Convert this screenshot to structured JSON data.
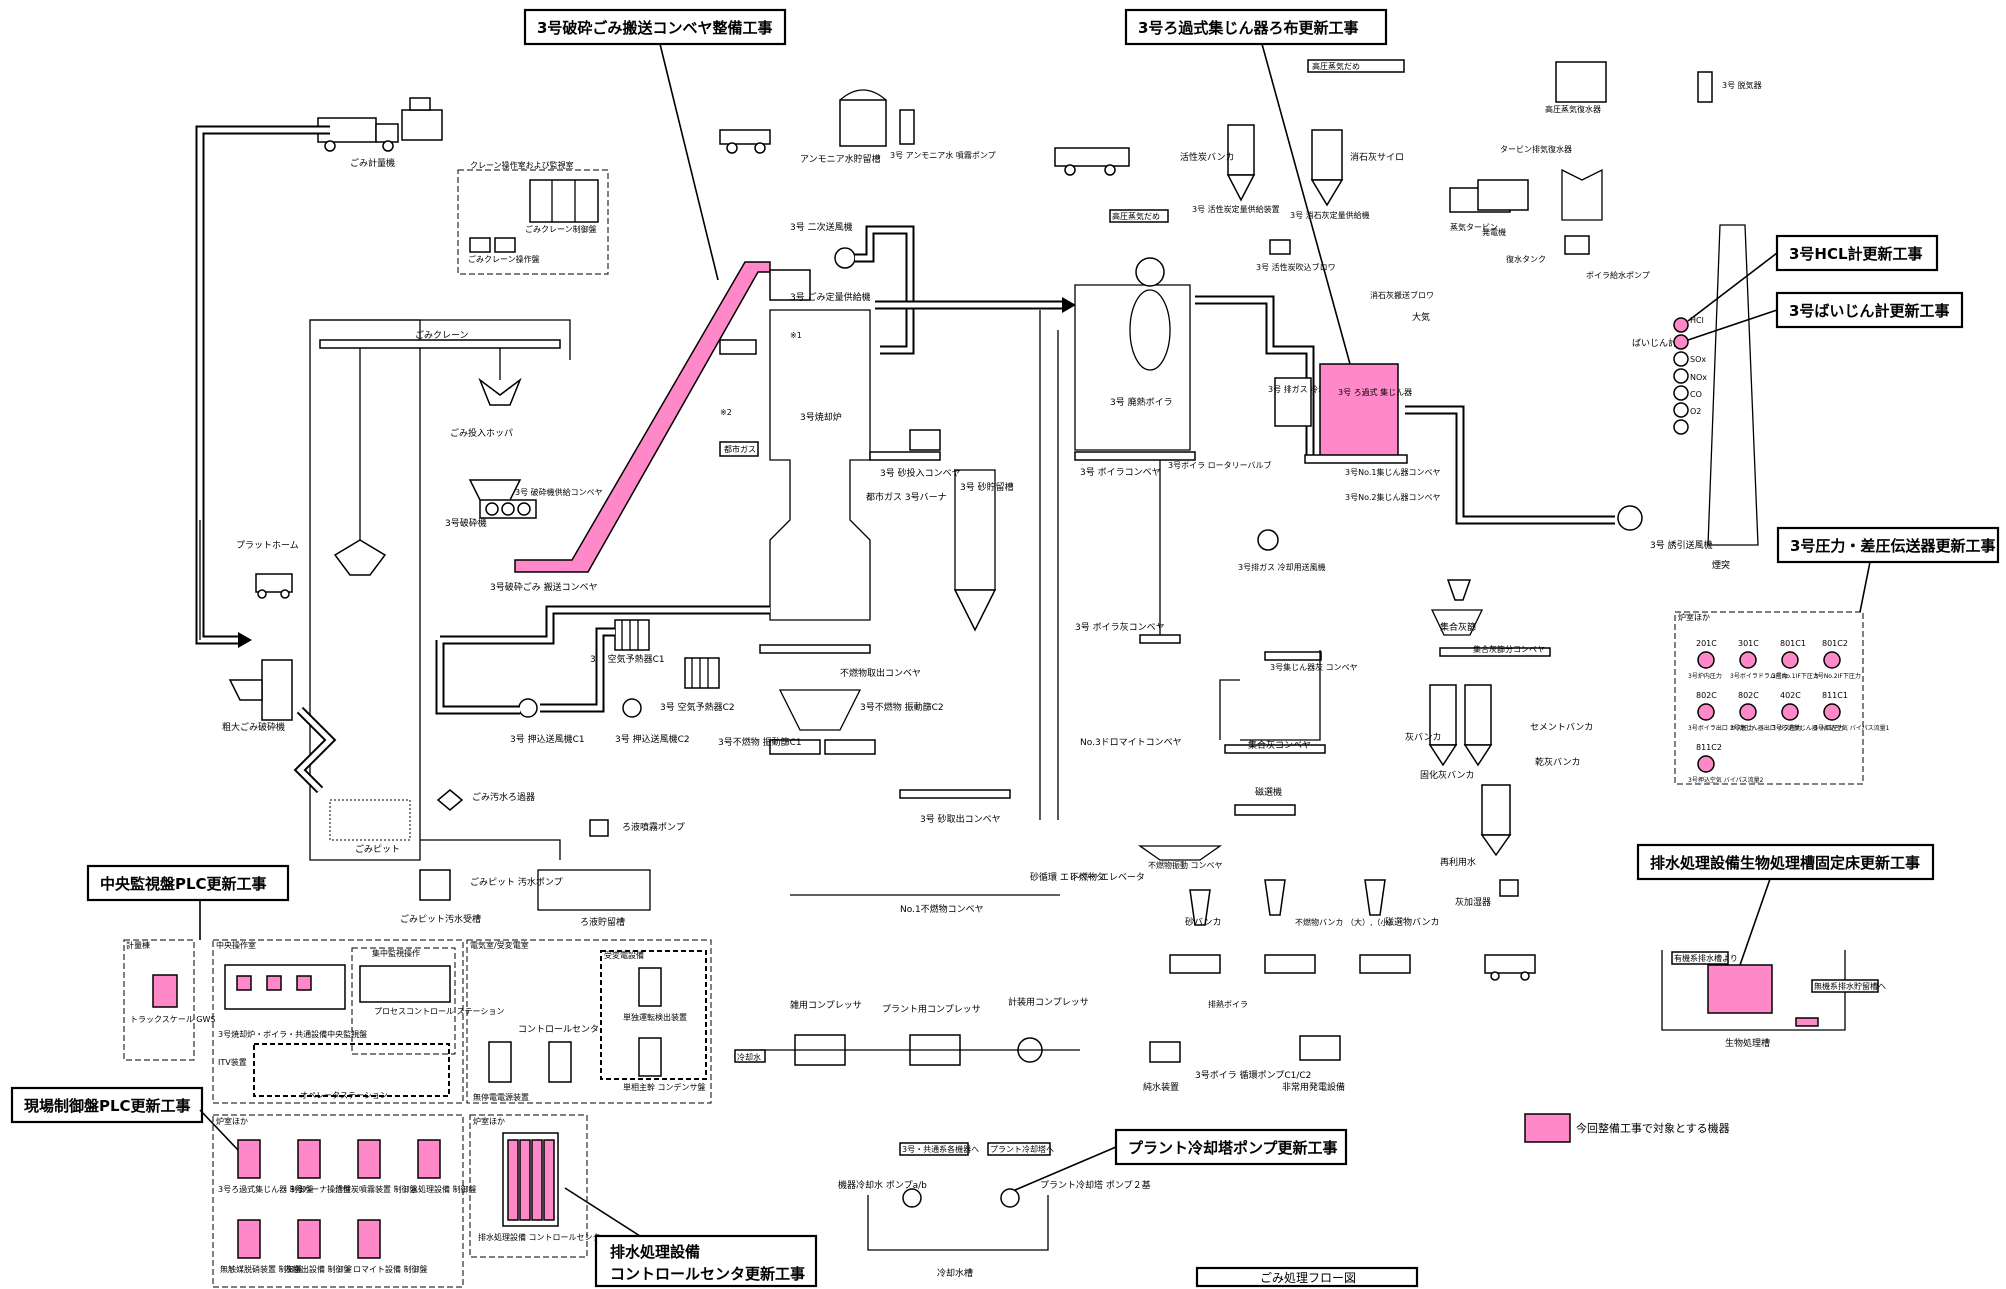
{
  "title": "ごみ処理フロー図",
  "legend": {
    "text": "今回整備工事で対象とする機器",
    "color": "#ff88c8"
  },
  "callouts": {
    "c1": "3号破砕ごみ搬送コンベヤ整備工事",
    "c2": "3号ろ過式集じん器ろ布更新工事",
    "c3": "3号HCL計更新工事",
    "c4": "3号ばいじん計更新工事",
    "c5": "3号圧力・差圧伝送器更新工事",
    "c6": "排水処理設備生物処理槽固定床更新工事",
    "c7": "中央監視盤PLC更新工事",
    "c8": "現場制御盤PLC更新工事",
    "c9": "プラント冷却塔ポンプ更新工事",
    "c10a": "排水処理設備",
    "c10b": "コントロールセンタ更新工事"
  },
  "labels": {
    "gomi_keiryoki": "ごみ計量機",
    "crane_room": "クレーン操作室および監視室",
    "crane_ctrl": "ごみクレーン制御盤",
    "crane_op": "ごみクレーン操作盤",
    "ammonia_tank": "アンモニア水貯留槽",
    "ammonia_pump": "3号 アンモニア水 噴霧ポンプ",
    "secondary_fan": "3号 二次送風機",
    "fixed_feeder": "3号 ごみ定量供給機",
    "gomi_crane": "ごみクレーン",
    "hopper": "ごみ投入ホッパ",
    "platform": "プラットホーム",
    "crusher_feed_conv": "3号 破砕機供給コンベヤ",
    "crusher": "3号破砕機",
    "crushed_conv": "3号破砕ごみ 搬送コンベヤ",
    "big_crusher": "粗大ごみ破砕機",
    "gomi_pit": "ごみピット",
    "pit_pump": "ごみピット 汚水ポンプ",
    "pit_receiver": "ごみピット汚水受槽",
    "waste_filter": "ごみ汚水ろ過器",
    "spray_pump": "ろ液噴霧ポンプ",
    "filtrate_tank": "ろ液貯留槽",
    "incinerator": "3号焼却炉",
    "city_gas": "都市ガス",
    "sand_conv": "3号 砂投入コンベヤ",
    "burner": "都市ガス 3号バーナ",
    "sand_tank": "3号 砂貯留槽",
    "air_heater_c1": "3号 空気予熱器C1",
    "air_heater_c2": "3号 空気予熱器C2",
    "fan_c1": "3号 押込送風機C1",
    "fan_c2": "3号 押込送風機C2",
    "incomb_conv": "不燃物取出コンベヤ",
    "incomb_screen_c1": "3号不燃物 振動篩C1",
    "incomb_screen_c2": "3号不燃物 振動篩C2",
    "sand_out_conv": "3号 砂取出コンベヤ",
    "sand_elev": "砂循環 エレベータ",
    "no1_incomb_conv": "No.1不燃物コンベヤ",
    "boiler": "3号 廃熱ボイラ",
    "boiler_conv": "3号 ボイラコンベヤ",
    "boiler_rotary": "3号ボイラ ロータリーバルブ",
    "boiler_ash_conv": "3号 ボイラ灰コンベヤ",
    "activated_carbon": "活性炭バンカ",
    "slaked_lime": "消石灰サイロ",
    "ac_feeder": "3号 活性炭定量供給装置",
    "lime_feeder": "3号 消石灰定量供給機",
    "ac_blower": "3号 活性炭吹込ブロワ",
    "lime_blower": "消石灰搬送ブロワ",
    "cooling_tower": "3号 排ガス 冷却塔",
    "bag_filter": "3号 ろ過式 集じん器",
    "dust_conv1": "3号No.1集じん器コンベヤ",
    "dust_conv2": "3号No.2集じん器コンベヤ",
    "cool_fan": "3号排ガス 冷却用送風機",
    "dust_conv": "3号集じん器灰 コンベヤ",
    "induced_fan": "3号 誘引送風機",
    "chimney": "煙突",
    "dust_meter": "ばいじん計",
    "atmos": "大気",
    "hp_steam": "高圧蒸気だめ",
    "hp_steam_desuper": "高圧蒸気復水器",
    "turbine_cond": "タービン排気復水器",
    "steam_turbine": "蒸気タービン",
    "generator": "発電機",
    "condensate_tank": "復水タンク",
    "boiler_feed_pump": "ボイラ給水ポンプ",
    "deaerator": "3号 脱気器",
    "collect_ash": "集合灰篩",
    "collect_screen_conv": "集合灰篩分コンベヤ",
    "collect_ash_conv": "集合灰コンベヤ",
    "no3_dolomite": "No.3ドロマイトコンベヤ",
    "ash_bunker": "灰バンカ",
    "cement_bunker": "セメントバンカ",
    "dry_ash": "乾灰バンカ",
    "solid_ash": "固化灰バンカ",
    "reuse_water": "再利用水",
    "ash_humidifier": "灰加湿器",
    "magnet": "磁選機",
    "incomb_elev": "不燃物 エレベータ",
    "incomb_sieve": "不燃物振動 コンベヤ",
    "sand_bunker": "砂バンカ",
    "incomb_bunker": "不燃物バンカ （大）,（小）",
    "mag_bunker": "磁選物バンカ",
    "misc_comp": "雑用コンプレッサ",
    "plant_comp": "プラント用コンプレッサ",
    "inst_comp": "計装用コンプレッサ",
    "waste_heat_boiler": "排熱ボイラ",
    "pure_water": "純水装置",
    "boiler_circ": "3号ボイラ 循環ポンプC1/C2",
    "emergency_gen": "非常用発電設備",
    "cool_water": "冷却水",
    "cool_water_pump": "機器冷却水 ポンプa/b",
    "plant_cool_pump": "プラント冷却塔 ポンプ２基",
    "cool_tank": "冷却水槽",
    "bio_tank": "生物処理槽",
    "pit_out": "有機系排水槽より",
    "pit_in": "無機系排水貯留槽へ",
    "to_plant": "3号・共通系各機器へ",
    "from_plant": "プラント冷却塔へ",
    "hcl": "HCl",
    "sox": "SOx",
    "nox": "NOx",
    "co": "CO",
    "o2": "O2"
  },
  "panels": {
    "keiryo": {
      "title": "計量棟",
      "item": "トラックスケール GWS"
    },
    "central": {
      "title": "中央操作室",
      "sub": "集中監視操作",
      "item1": "3号焼却炉・ボイラ・共通設備中央監視盤",
      "item2": "プロセスコントロール ステーション",
      "item3": "ITV装置",
      "item4": "オペレータステーション"
    },
    "electric": {
      "title": "電気室/受変電室",
      "sub": "受変電設備",
      "item1": "コントロールセンタ",
      "item2": "単独運転検出装置",
      "item3": "単相主幹 コンデンサ盤",
      "item4": "無停電電源装置"
    },
    "field": {
      "title": "炉室ほか",
      "p1": "3号ろ過式集じん器 制御盤",
      "p2": "3号バーナ操作盤",
      "p3": "活性炭噴霧装置 制御盤",
      "p4": "水処理設備 制御盤",
      "p5": "無触媒脱硝装置 制御盤",
      "p6": "灰搬出設備 制御盤",
      "p7": "ドロマイト設備 制御盤"
    },
    "mcc": {
      "title": "炉室ほか",
      "item": "排水処理設備 コントロールセンタ"
    },
    "pressure": {
      "title": "炉室ほか",
      "gauges": [
        {
          "tag": "201C",
          "name": "3号炉内圧力"
        },
        {
          "tag": "301C",
          "name": "3号ボイラドラム圧力"
        },
        {
          "tag": "801C1",
          "name": "3号No.1IF下圧力"
        },
        {
          "tag": "801C2",
          "name": "3号No.2IF下圧力"
        },
        {
          "tag": "802C",
          "name": "3号ボイラ出口 ガス圧力"
        },
        {
          "tag": "802C",
          "name": "3号集じん器出口 ガス圧力"
        },
        {
          "tag": "402C",
          "name": "3号ろ過集じん器 入口圧力"
        },
        {
          "tag": "811C1",
          "name": "3号押込空気 バイパス流量1"
        },
        {
          "tag": "811C2",
          "name": "3号押込空気 バイパス流量2"
        }
      ]
    }
  }
}
